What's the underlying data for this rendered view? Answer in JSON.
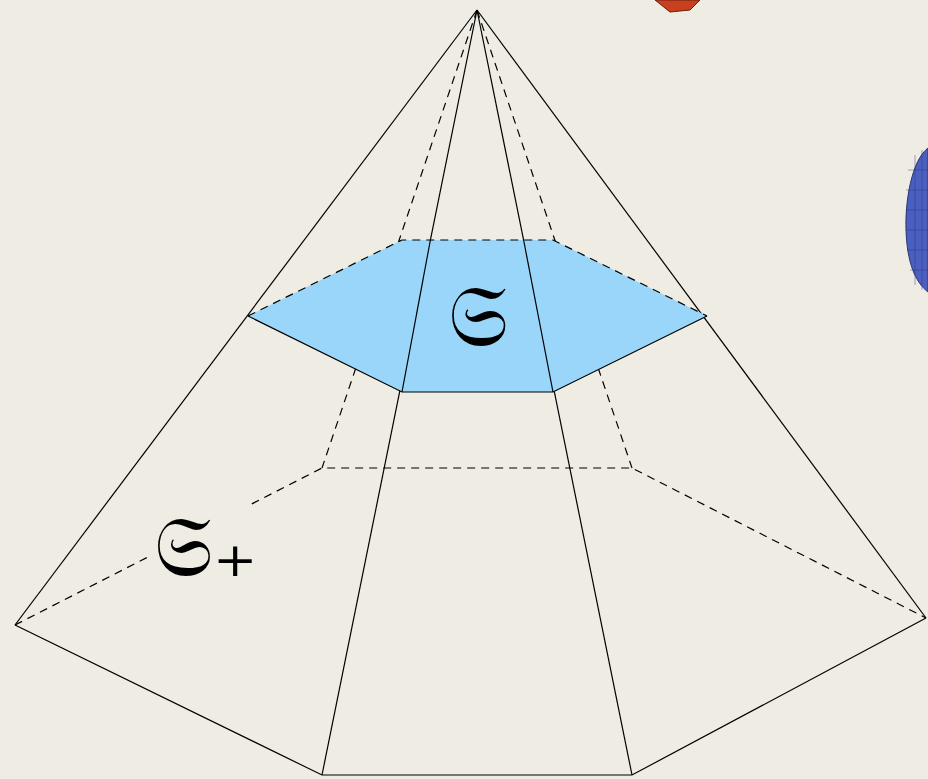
{
  "diagram": {
    "nodes": [
      {
        "text": [
          "𝔖₊"
        ]
      },
      {
        "text": [
          "𝔖"
        ],
        "in": 0
      }
    ]
  }
}
